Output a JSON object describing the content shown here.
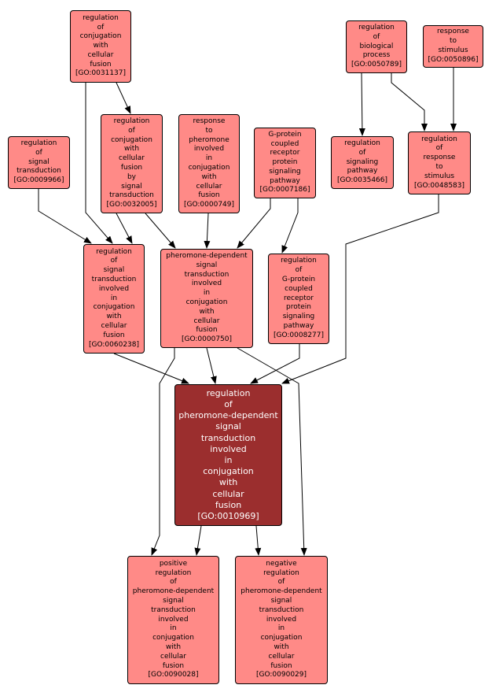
{
  "colors": {
    "node_fill": "#ff8a87",
    "focus_fill": "#9b2e2e",
    "edge": "#000000"
  },
  "nodes": [
    {
      "id": "GO:0031137",
      "label": "regulation\nof\nconjugation\nwith\ncellular\nfusion\n[GO:0031137]"
    },
    {
      "id": "GO:0050789",
      "label": "regulation\nof\nbiological\nprocess\n[GO:0050789]"
    },
    {
      "id": "GO:0050896",
      "label": "response\nto\nstimulus\n[GO:0050896]"
    },
    {
      "id": "GO:0009966",
      "label": "regulation\nof\nsignal\ntransduction\n[GO:0009966]"
    },
    {
      "id": "GO:0032005",
      "label": "regulation\nof\nconjugation\nwith\ncellular\nfusion\nby\nsignal\ntransduction\n[GO:0032005]"
    },
    {
      "id": "GO:0000749",
      "label": "response\nto\npheromone\ninvolved\nin\nconjugation\nwith\ncellular\nfusion\n[GO:0000749]"
    },
    {
      "id": "GO:0007186",
      "label": "G-protein\ncoupled\nreceptor\nprotein\nsignaling\npathway\n[GO:0007186]"
    },
    {
      "id": "GO:0035466",
      "label": "regulation\nof\nsignaling\npathway\n[GO:0035466]"
    },
    {
      "id": "GO:0048583",
      "label": "regulation\nof\nresponse\nto\nstimulus\n[GO:0048583]"
    },
    {
      "id": "GO:0060238",
      "label": "regulation\nof\nsignal\ntransduction\ninvolved\nin\nconjugation\nwith\ncellular\nfusion\n[GO:0060238]"
    },
    {
      "id": "GO:0000750",
      "label": "pheromone-dependent\nsignal\ntransduction\ninvolved\nin\nconjugation\nwith\ncellular\nfusion\n[GO:0000750]"
    },
    {
      "id": "GO:0008277",
      "label": "regulation\nof\nG-protein\ncoupled\nreceptor\nprotein\nsignaling\npathway\n[GO:0008277]"
    },
    {
      "id": "GO:0010969",
      "label": "regulation\nof\npheromone-dependent\nsignal\ntransduction\ninvolved\nin\nconjugation\nwith\ncellular\nfusion\n[GO:0010969]",
      "focus": true
    },
    {
      "id": "GO:0090028",
      "label": "positive\nregulation\nof\npheromone-dependent\nsignal\ntransduction\ninvolved\nin\nconjugation\nwith\ncellular\nfusion\n[GO:0090028]"
    },
    {
      "id": "GO:0090029",
      "label": "negative\nregulation\nof\npheromone-dependent\nsignal\ntransduction\ninvolved\nin\nconjugation\nwith\ncellular\nfusion\n[GO:0090029]"
    }
  ],
  "edges": [
    {
      "from": "GO:0031137",
      "to": "GO:0032005"
    },
    {
      "from": "GO:0031137",
      "to": "GO:0060238"
    },
    {
      "from": "GO:0009966",
      "to": "GO:0060238"
    },
    {
      "from": "GO:0032005",
      "to": "GO:0060238"
    },
    {
      "from": "GO:0032005",
      "to": "GO:0000750"
    },
    {
      "from": "GO:0000749",
      "to": "GO:0000750"
    },
    {
      "from": "GO:0007186",
      "to": "GO:0000750"
    },
    {
      "from": "GO:0007186",
      "to": "GO:0008277"
    },
    {
      "from": "GO:0050789",
      "to": "GO:0035466"
    },
    {
      "from": "GO:0050789",
      "to": "GO:0048583"
    },
    {
      "from": "GO:0050896",
      "to": "GO:0048583"
    },
    {
      "from": "GO:0035466",
      "to": "GO:0008277"
    },
    {
      "from": "GO:0048583",
      "to": "GO:0010969"
    },
    {
      "from": "GO:0060238",
      "to": "GO:0010969"
    },
    {
      "from": "GO:0000750",
      "to": "GO:0010969"
    },
    {
      "from": "GO:0008277",
      "to": "GO:0010969"
    },
    {
      "from": "GO:0000750",
      "to": "GO:0090028"
    },
    {
      "from": "GO:0000750",
      "to": "GO:0090029"
    },
    {
      "from": "GO:0010969",
      "to": "GO:0090028"
    },
    {
      "from": "GO:0010969",
      "to": "GO:0090029"
    }
  ]
}
